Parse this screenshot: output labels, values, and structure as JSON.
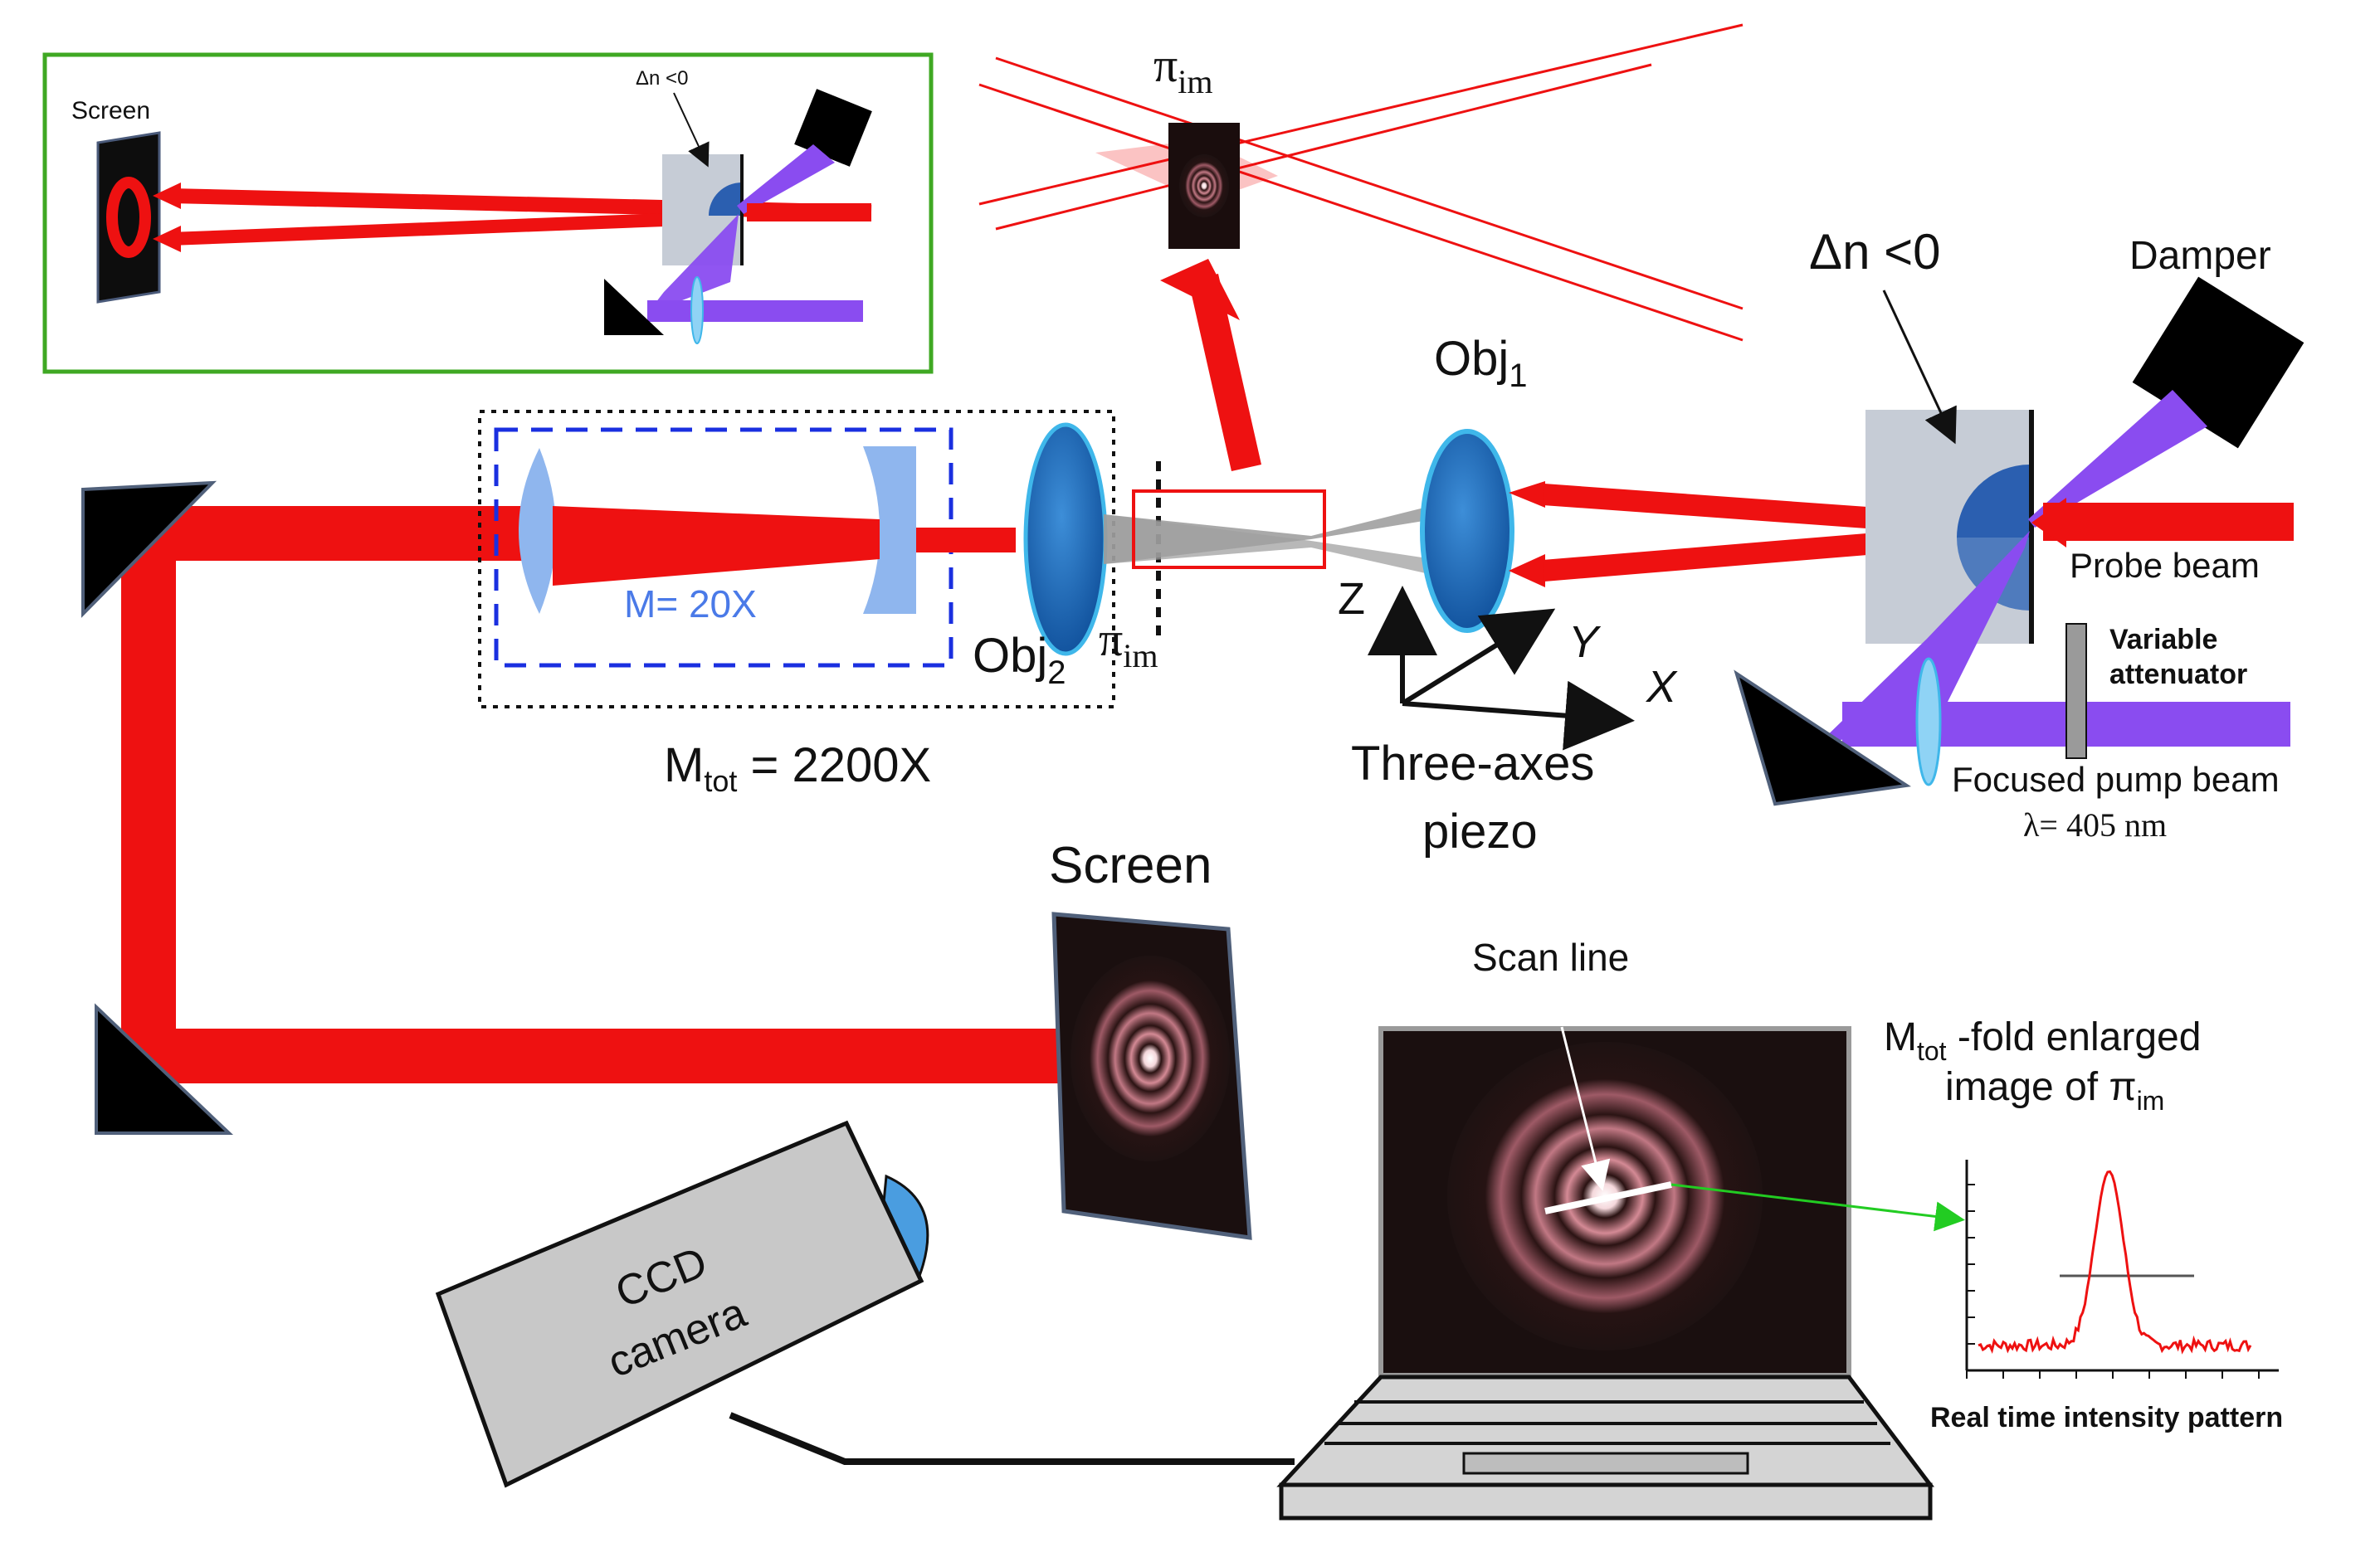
{
  "colors": {
    "beam_red": "#ee1111",
    "pump_violet": "#8a4cf0",
    "lens_blue": "#1f6fc0",
    "lens_light": "#8fb6ee",
    "lens_outline": "#3fb7ea",
    "device_gray": "#c6ccd6",
    "camera_gray": "#c8c8c8",
    "inset_border": "#3fa823",
    "box_blue_dash": "#1a2fe0",
    "plot_red": "#ee1111",
    "arrow_green": "#22cc22"
  },
  "inset": {
    "screen_label": "Screen",
    "dn_label": "Δn <0"
  },
  "labels": {
    "pi_top": "π",
    "pi_top_sub": "im",
    "obj1": "Obj",
    "obj1_sub": "1",
    "obj2": "Obj",
    "obj2_sub": "2",
    "pi_mid": "π",
    "pi_mid_sub": "im",
    "magnification": "M= 20X",
    "mtot": "M",
    "mtot_sub": "tot",
    "mtot_value": " = 2200X",
    "dn_main": "Δn <0",
    "damper": "Damper",
    "probe_beam": "Probe beam",
    "variable_attenuator_1": "Variable",
    "variable_attenuator_2": "attenuator",
    "focused_pump_beam": "Focused pump beam",
    "wavelength": "λ= 405 nm",
    "axis_z": "Z",
    "axis_y": "Y",
    "axis_x": "X",
    "piezo_1": "Three-axes",
    "piezo_2": "piezo",
    "screen_main": "Screen",
    "scan_line": "Scan line",
    "enlarged_1_m": "M",
    "enlarged_1_sub": "tot",
    "enlarged_1_rest": " -fold enlarged",
    "enlarged_2": "image of π",
    "enlarged_2_sub": "im",
    "ccd_1": "CCD",
    "ccd_2": "camera",
    "intensity_caption": "Real time intensity pattern"
  }
}
